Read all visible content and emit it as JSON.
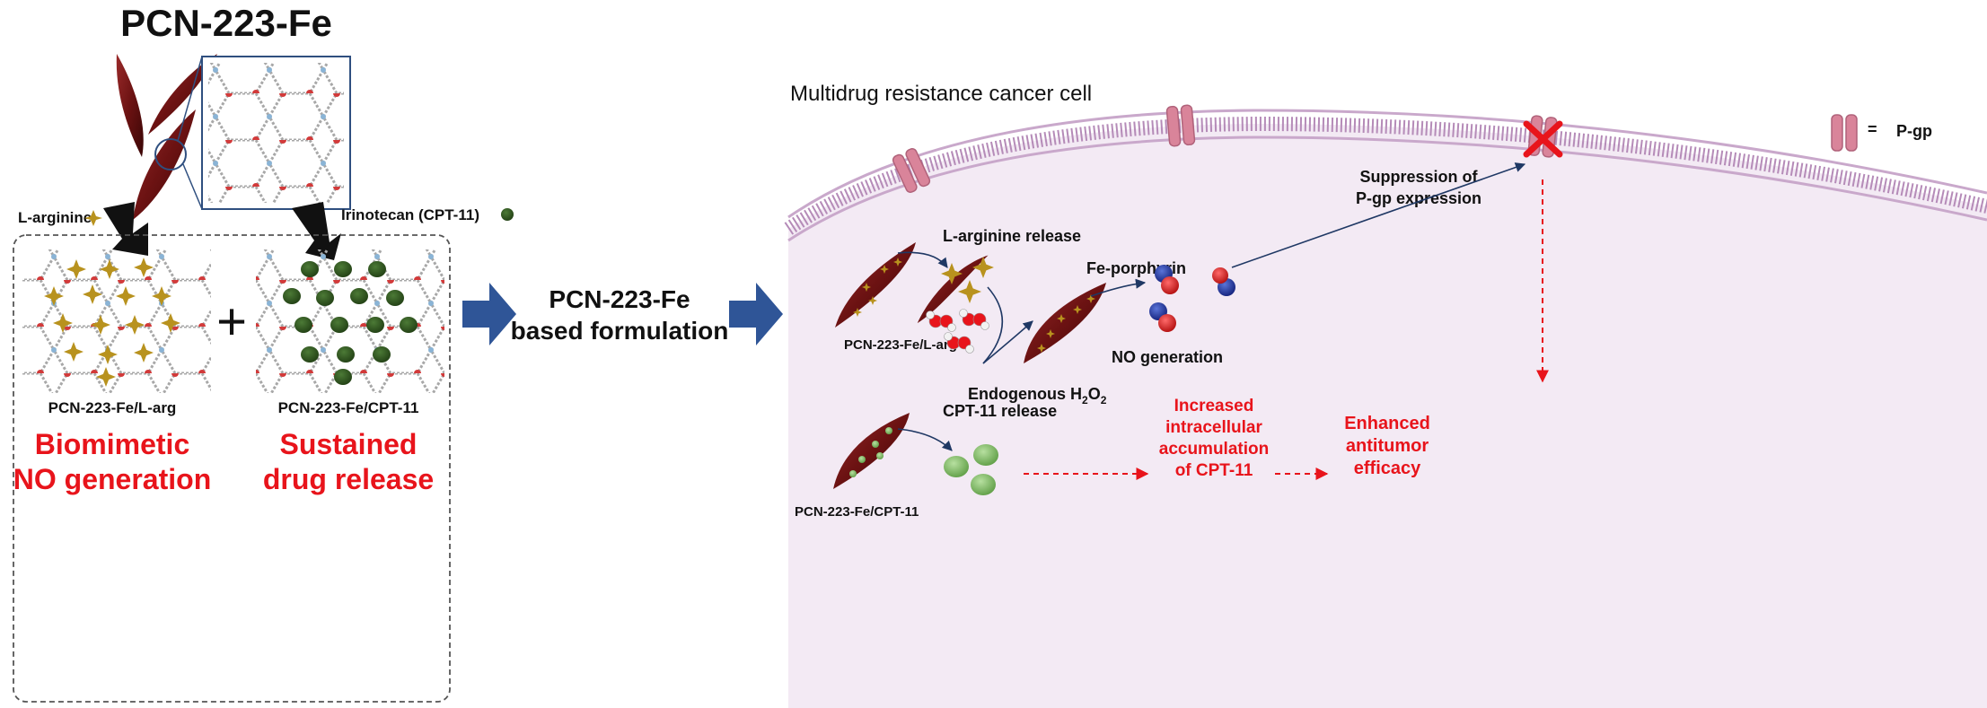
{
  "title": "PCN-223-Fe",
  "left": {
    "larginine_label": "L-arginine",
    "irinotecan_label": "Irinotecan (CPT-11)",
    "plus": "+",
    "panel_a_label": "PCN-223-Fe/L-arg",
    "panel_b_label": "PCN-223-Fe/CPT-11",
    "red_a_line1": "Biomimetic",
    "red_a_line2": "NO generation",
    "red_b_line1": "Sustained",
    "red_b_line2": "drug release"
  },
  "middle": {
    "line1": "PCN-223-Fe",
    "line2": "based formulation"
  },
  "right": {
    "cell_title": "Multidrug resistance cancer cell",
    "pgp_eq": "=",
    "pgp_label": "P-gp",
    "suppression_line1": "Suppression of",
    "suppression_line2": "P-gp expression",
    "larg_release": "L-arginine release",
    "fe_porphyrin": "Fe-porphyrin",
    "pcn_larg": "PCN-223-Fe/L-arg",
    "no_generation": "NO generation",
    "endogenous": "Endogenous H",
    "h2o2_sub1": "2",
    "h2o2_o": "O",
    "h2o2_sub2": "2",
    "cpt_release": "CPT-11 release",
    "pcn_cpt": "PCN-223-Fe/CPT-11",
    "increased_l1": "Increased",
    "increased_l2": "intracellular",
    "increased_l3": "accumulation",
    "increased_l4": "of CPT-11",
    "enhanced_l1": "Enhanced",
    "enhanced_l2": "antitumor",
    "enhanced_l3": "efficacy"
  },
  "colors": {
    "red_text": "#e8141b",
    "arrow_blue": "#2f5597",
    "crystal": "#6b1212",
    "star": "#b8921e",
    "green_dot": "#2f5a1f",
    "cell_fill": "#f3eaf4",
    "membrane": "#b58bb8",
    "pgp": "#d9849a"
  }
}
